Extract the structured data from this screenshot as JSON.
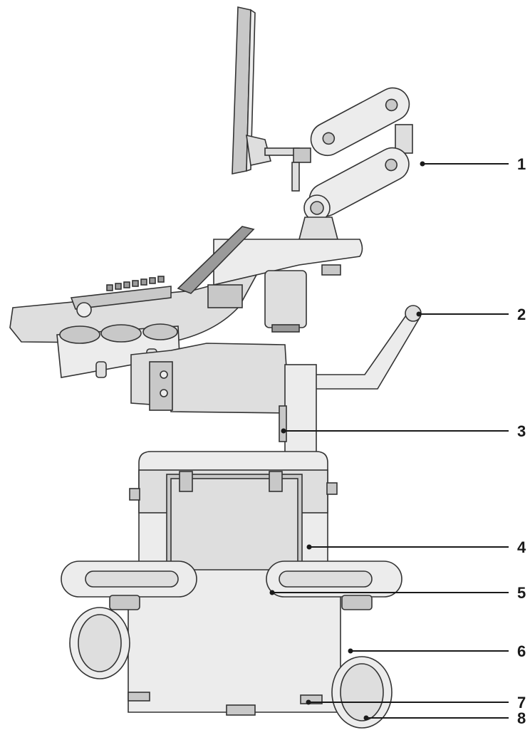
{
  "diagram": {
    "callouts": [
      {
        "label": "1",
        "target": "monitor-arm"
      },
      {
        "label": "2",
        "target": "handle"
      },
      {
        "label": "3",
        "target": "column"
      },
      {
        "label": "4",
        "target": "main-body"
      },
      {
        "label": "5",
        "target": "front-panel"
      },
      {
        "label": "6",
        "target": "base-bumper"
      },
      {
        "label": "7",
        "target": "brake"
      },
      {
        "label": "8",
        "target": "caster-wheel"
      }
    ]
  }
}
